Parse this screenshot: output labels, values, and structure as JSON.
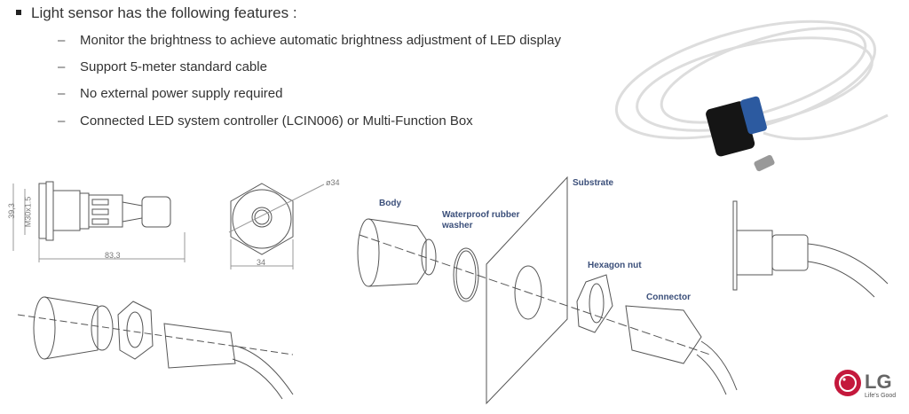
{
  "heading": "Light sensor has the following features :",
  "features": [
    "Monitor the brightness to achieve automatic brightness adjustment of LED display",
    "Support 5-meter standard cable",
    "No external power supply required",
    "Connected LED system controller (LCIN006) or Multi-Function Box"
  ],
  "dimensions": {
    "height": "39,3",
    "thread": "M30x1.5",
    "length": "83,3",
    "diameter": "ø34",
    "width": "34"
  },
  "labels": {
    "body": "Body",
    "washer_1": "Waterproof rubber",
    "washer_2": "washer",
    "substrate": "Substrate",
    "nut": "Hexagon nut",
    "connector": "Connector"
  },
  "logo": {
    "brand": "LG",
    "tagline": "Life's Good",
    "color": "#c4183c"
  }
}
